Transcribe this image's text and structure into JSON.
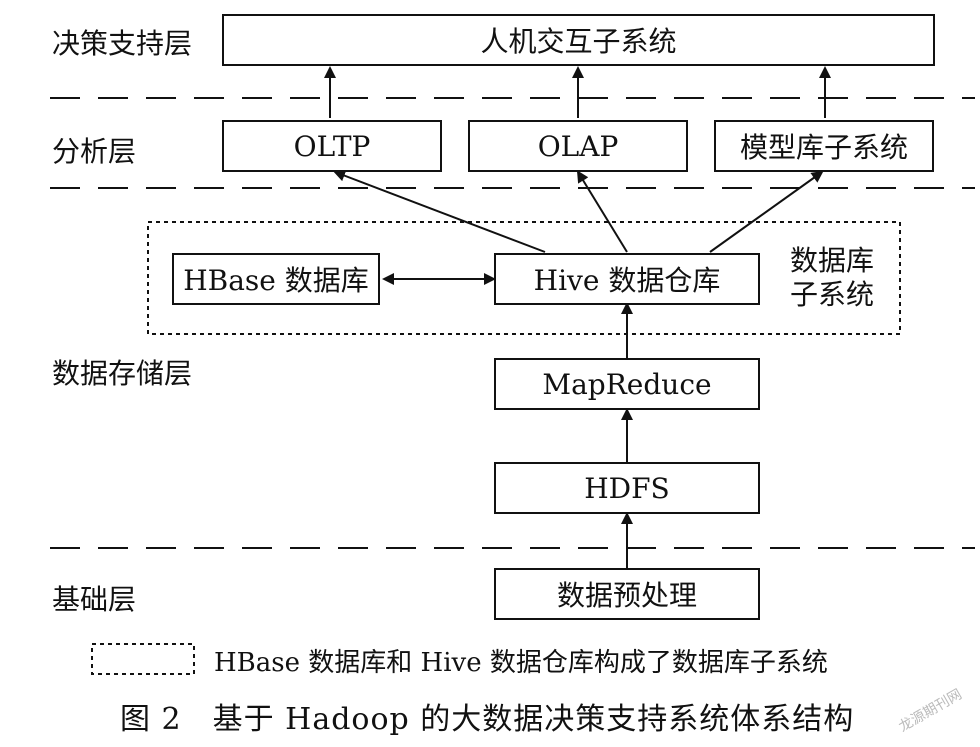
{
  "layers": {
    "decision": "决策支持层",
    "analysis": "分析层",
    "storage": "数据存储层",
    "base": "基础层"
  },
  "boxes": {
    "hci": "人机交互子系统",
    "oltp": "OLTP",
    "olap": "OLAP",
    "model": "模型库子系统",
    "hbase": "HBase 数据库",
    "hive": "Hive 数据仓库",
    "db_subsystem_line1": "数据库",
    "db_subsystem_line2": "子系统",
    "mapreduce": "MapReduce",
    "hdfs": "HDFS",
    "preprocess": "数据预处理"
  },
  "legend": {
    "text": "HBase 数据库和 Hive 数据仓库构成了数据库子系统"
  },
  "caption": "图 2　基于 Hadoop 的大数据决策支持系统体系结构",
  "watermark": "龙源期刊网"
}
